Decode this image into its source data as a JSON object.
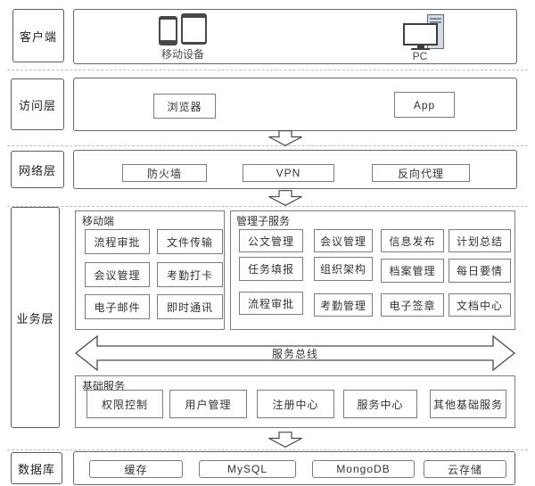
{
  "diagram": {
    "client": {
      "label": "客户端",
      "mobile_devices_label": "移动设备",
      "pc_label": "PC"
    },
    "access": {
      "label": "访问层",
      "items": [
        "浏览器",
        "App"
      ]
    },
    "network": {
      "label": "网络层",
      "items": [
        "防火墙",
        "VPN",
        "反向代理"
      ]
    },
    "business": {
      "label": "业务层",
      "mobile_group": {
        "title": "移动端",
        "items": [
          "流程审批",
          "文件传输",
          "会议管理",
          "考勤打卡",
          "电子邮件",
          "即时通讯"
        ]
      },
      "management_group": {
        "title": "管理子服务",
        "items": [
          "公文管理",
          "会议管理",
          "信息发布",
          "计划总结",
          "任务填报",
          "组织架构",
          "档案管理",
          "每日要情",
          "流程审批",
          "考勤管理",
          "电子签章",
          "文档中心"
        ]
      },
      "service_bus_label": "服务总线",
      "base_group": {
        "title": "基础服务",
        "items": [
          "权限控制",
          "用户管理",
          "注册中心",
          "服务中心",
          "其他基础服务"
        ]
      }
    },
    "database": {
      "label": "数据库",
      "items": [
        "缓存",
        "MySQL",
        "MongoDB",
        "云存储"
      ]
    }
  },
  "colors": {
    "box_border": "#5c5c5c",
    "button_border": "#7c7c7c",
    "dashed_line": "#bdbdbd",
    "text": "#333333",
    "device_dark": "#46464e",
    "tower_fill": "#d5dbe2",
    "tower_dot": "#3a7bd5"
  }
}
